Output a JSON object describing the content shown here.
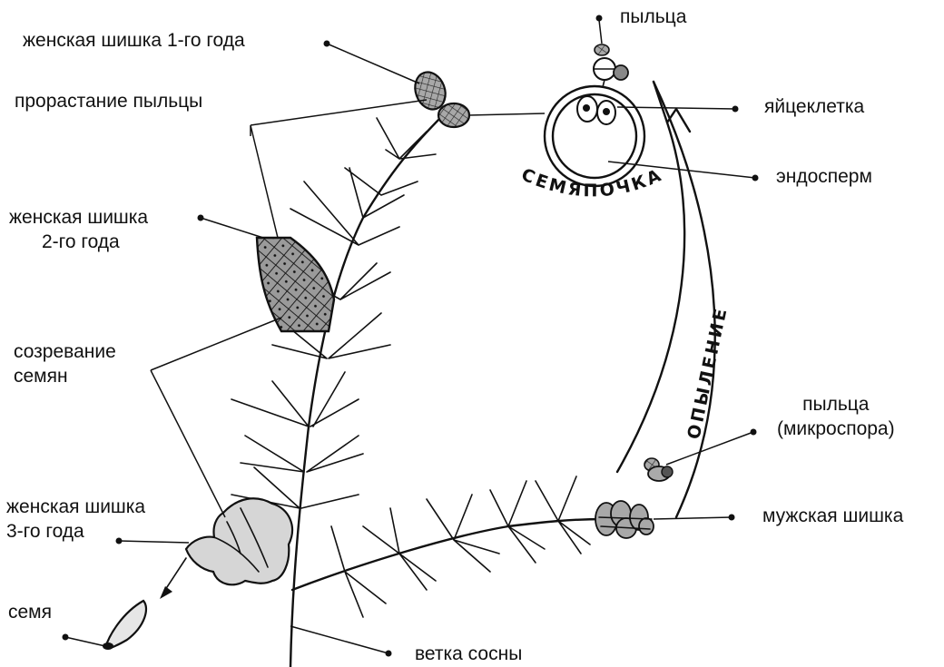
{
  "labels": {
    "female_cone_1": "женская шишка 1-го года",
    "pollen_germination": "прорастание пыльцы",
    "female_cone_2": [
      "женская шишка",
      "2-го года"
    ],
    "seed_ripening": [
      "созревание",
      "семян"
    ],
    "female_cone_3": [
      "женская шишка",
      "3-го года"
    ],
    "seed": "семя",
    "pine_branch": "ветка сосны",
    "pollen_top": "пыльца",
    "egg_cell": "яйцеклетка",
    "endosperm": "эндосперм",
    "pollen_microspore": [
      "пыльца",
      "(микроспора)"
    ],
    "male_cone": "мужская шишка",
    "ovule": "СЕМЯПОЧКА",
    "pollination": "ОПЫЛЕНИЕ"
  }
}
